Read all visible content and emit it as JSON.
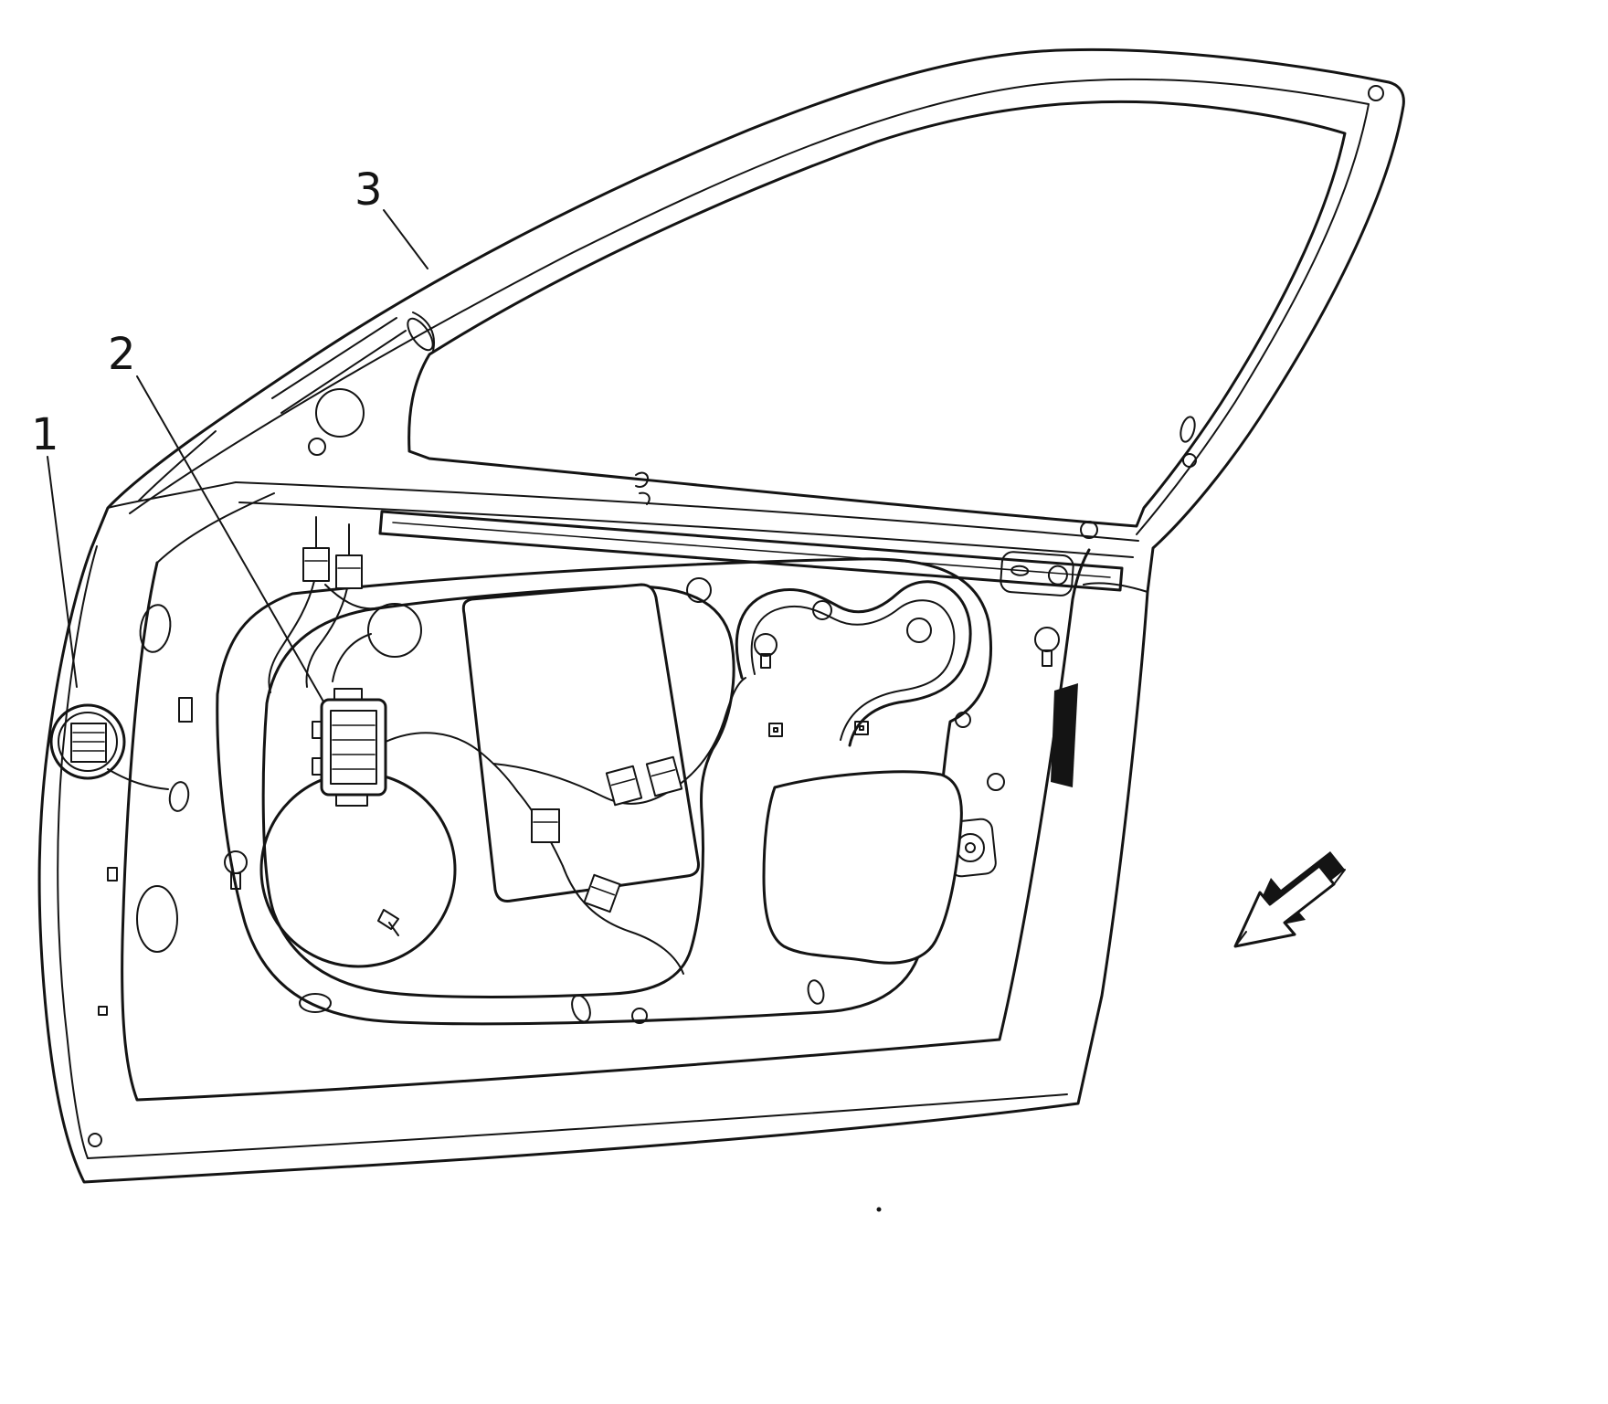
{
  "figure": {
    "callouts": [
      {
        "label": "1"
      },
      {
        "label": "2"
      },
      {
        "label": "3"
      }
    ]
  },
  "icons": {
    "direction_arrow": "front-direction-arrow"
  },
  "colors": {
    "line": "#141414",
    "background": "#ffffff"
  }
}
